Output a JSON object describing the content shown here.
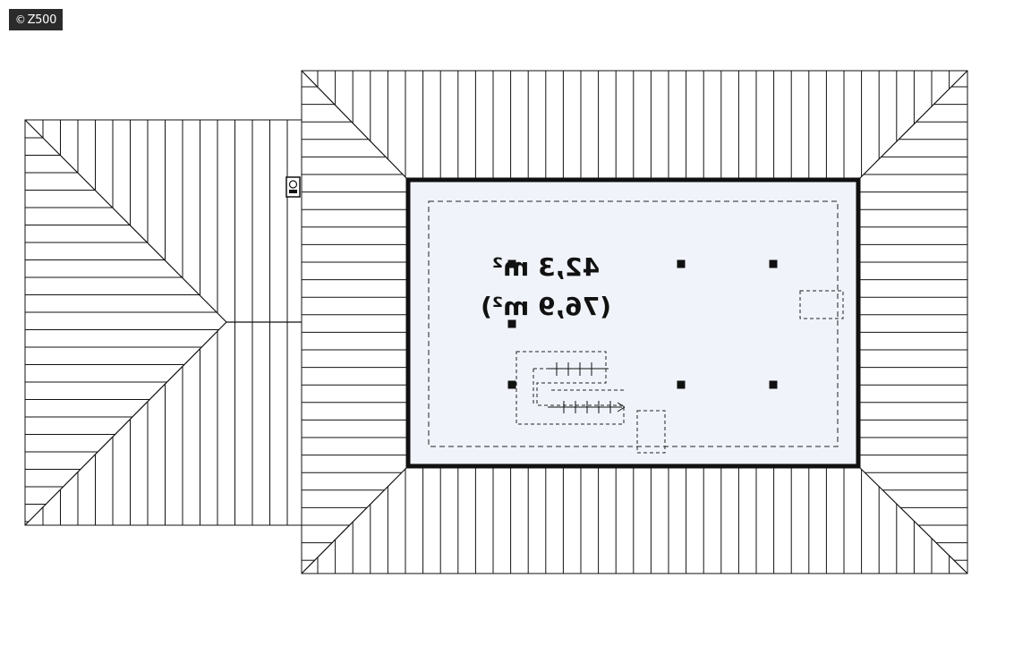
{
  "watermark": {
    "symbol": "©",
    "text": "Z500"
  },
  "room": {
    "area_label": "42,3 m²",
    "total_label": "(76,9 m²)",
    "fill_color": "#f0f4fa"
  },
  "colors": {
    "lines": "#111111",
    "background": "#ffffff"
  }
}
